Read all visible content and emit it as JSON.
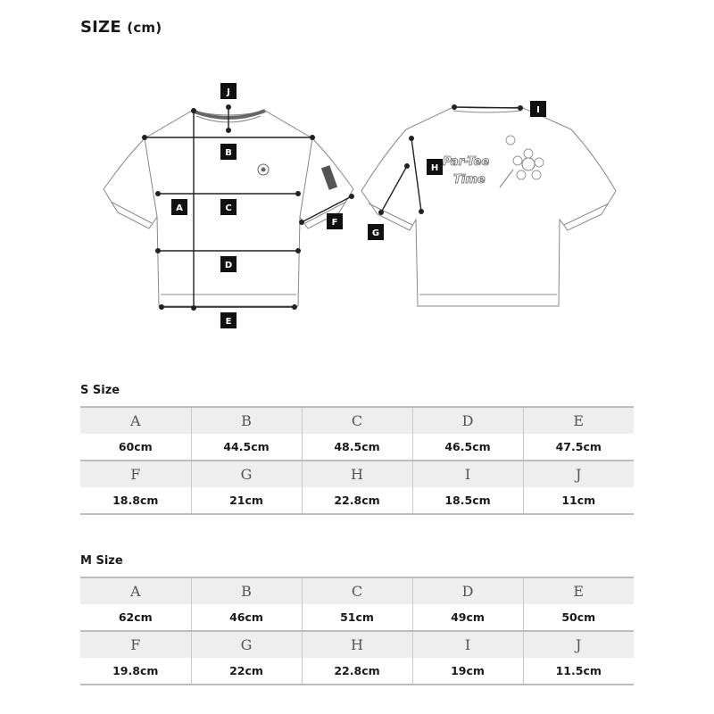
{
  "title": {
    "main": "SIZE",
    "unit": "(cm)"
  },
  "diagram": {
    "labels": [
      "A",
      "B",
      "C",
      "D",
      "E",
      "F",
      "G",
      "H",
      "I",
      "J"
    ],
    "print_text": [
      "Par-Tee",
      "Time"
    ]
  },
  "tables": [
    {
      "name": "S Size",
      "rows": [
        {
          "headers": [
            "A",
            "B",
            "C",
            "D",
            "E"
          ],
          "values": [
            "60cm",
            "44.5cm",
            "48.5cm",
            "46.5cm",
            "47.5cm"
          ]
        },
        {
          "headers": [
            "F",
            "G",
            "H",
            "I",
            "J"
          ],
          "values": [
            "18.8cm",
            "21cm",
            "22.8cm",
            "18.5cm",
            "11cm"
          ]
        }
      ]
    },
    {
      "name": "M Size",
      "rows": [
        {
          "headers": [
            "A",
            "B",
            "C",
            "D",
            "E"
          ],
          "values": [
            "62cm",
            "46cm",
            "51cm",
            "49cm",
            "50cm"
          ]
        },
        {
          "headers": [
            "F",
            "G",
            "H",
            "I",
            "J"
          ],
          "values": [
            "19.8cm",
            "22cm",
            "22.8cm",
            "19cm",
            "11.5cm"
          ]
        }
      ]
    }
  ]
}
